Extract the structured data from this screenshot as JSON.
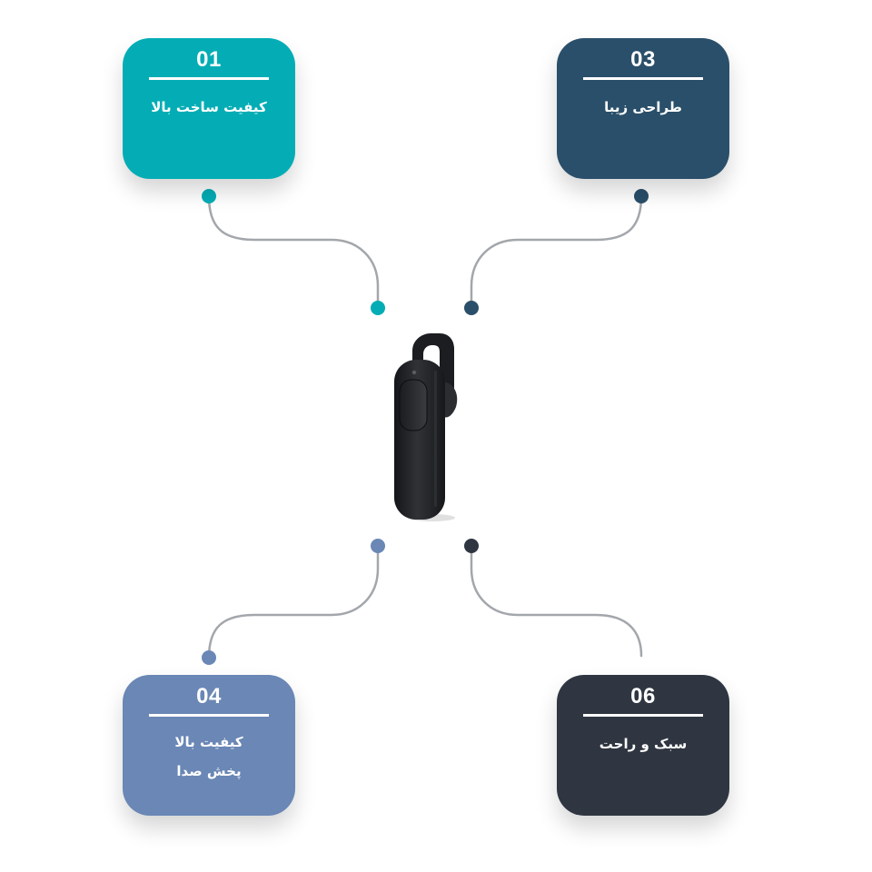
{
  "features": [
    {
      "number": "01",
      "text": "کیفیت ساخت بالا",
      "color": "#04adb5"
    },
    {
      "number": "03",
      "text": "طراحی زیبا",
      "color": "#2a4f6a"
    },
    {
      "number": "04",
      "text_lines": [
        "کیفیت بالا",
        "پخش صدا"
      ],
      "color": "#6a87b5"
    },
    {
      "number": "06",
      "text": "سبک و راحت",
      "color": "#2f3641"
    }
  ],
  "product": {
    "image_icon": "bluetooth-headset-icon",
    "body_color": "#1f2023",
    "connector_color": "#a3a7ab"
  }
}
